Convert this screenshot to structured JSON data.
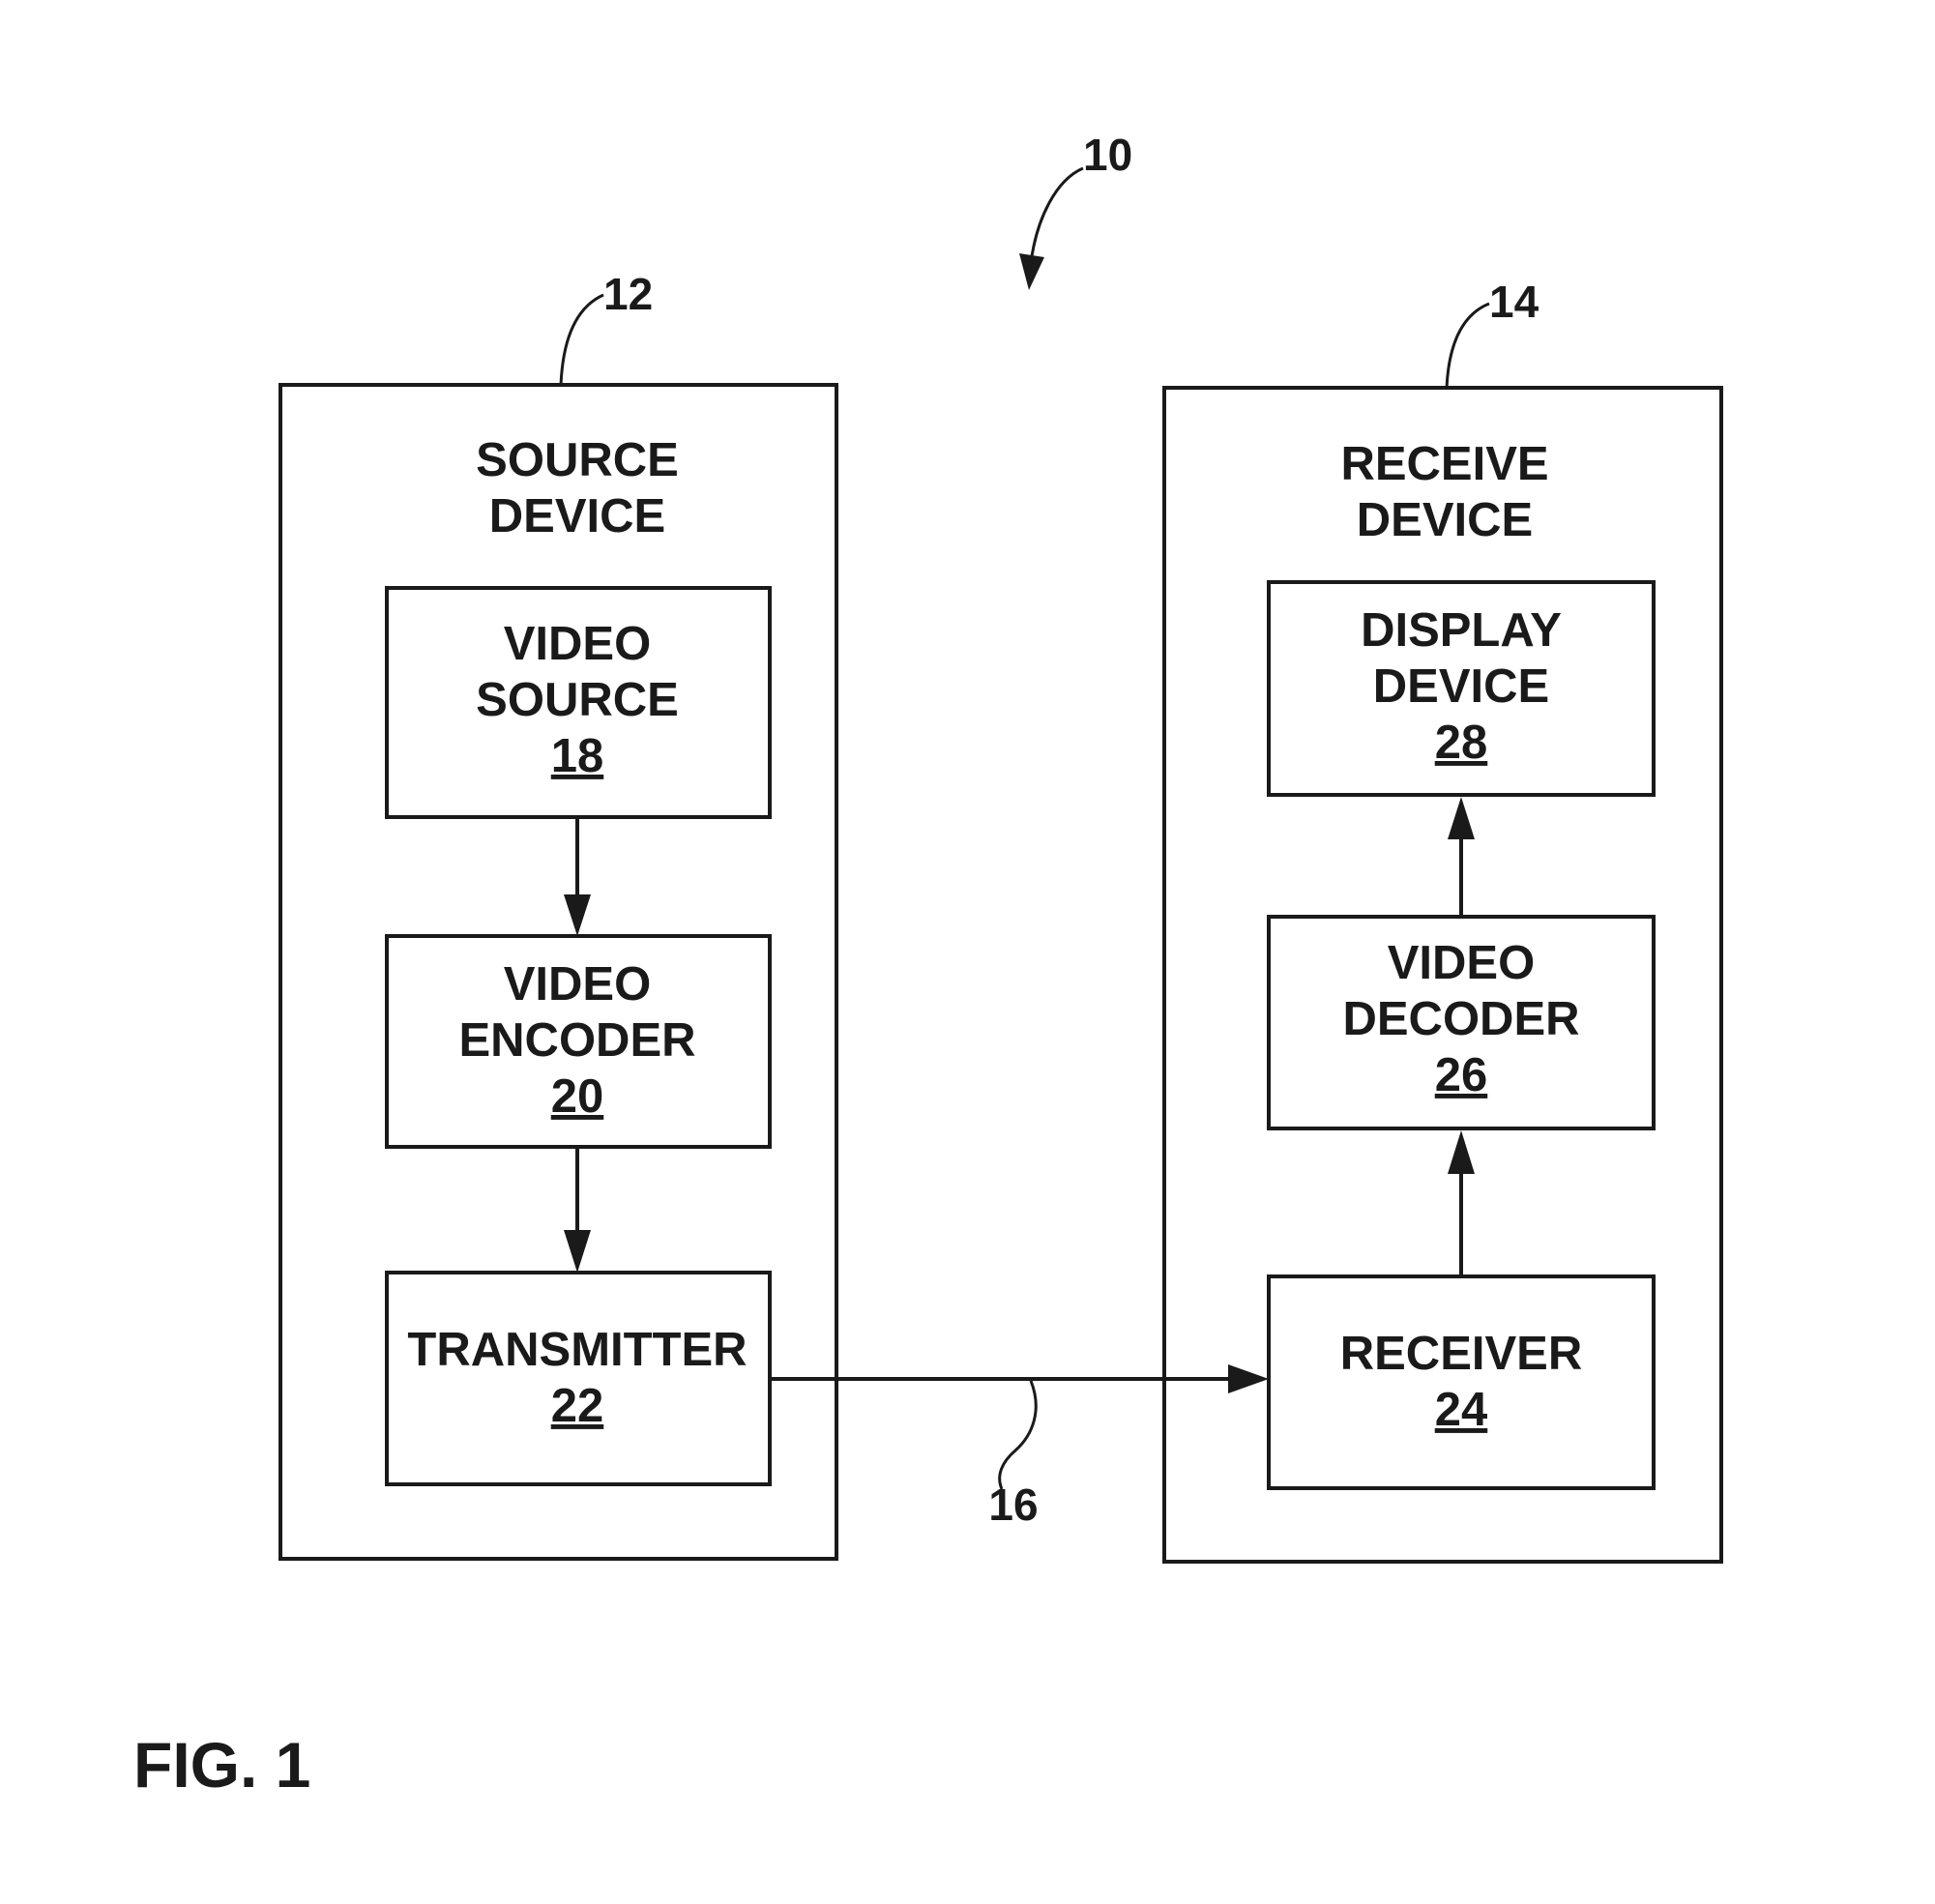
{
  "system_ref": "10",
  "figure_label": "FIG. 1",
  "channel_ref": "16",
  "source_device": {
    "ref": "12",
    "title_line1": "SOURCE",
    "title_line2": "DEVICE",
    "video_source": {
      "line1": "VIDEO",
      "line2": "SOURCE",
      "num": "18"
    },
    "video_encoder": {
      "line1": "VIDEO",
      "line2": "ENCODER",
      "num": "20"
    },
    "transmitter": {
      "line1": "TRANSMITTER",
      "num": "22"
    }
  },
  "receive_device": {
    "ref": "14",
    "title_line1": "RECEIVE",
    "title_line2": "DEVICE",
    "display_device": {
      "line1": "DISPLAY",
      "line2": "DEVICE",
      "num": "28"
    },
    "video_decoder": {
      "line1": "VIDEO",
      "line2": "DECODER",
      "num": "26"
    },
    "receiver": {
      "line1": "RECEIVER",
      "num": "24"
    }
  }
}
